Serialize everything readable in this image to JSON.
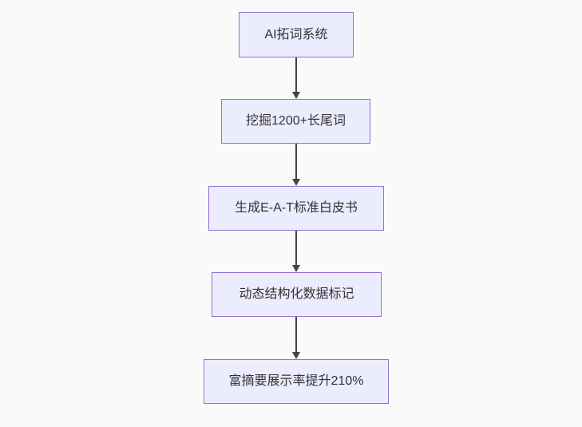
{
  "colors": {
    "background": "#fafafa",
    "node_fill": "#ececff",
    "node_border": "#9370db",
    "text": "#333333",
    "arrow": "#444444"
  },
  "flowchart": {
    "direction": "top-down",
    "nodes": [
      {
        "label": "AI拓词系统"
      },
      {
        "label": "挖掘1200+长尾词"
      },
      {
        "label": "生成E-A-T标准白皮书"
      },
      {
        "label": "动态结构化数据标记"
      },
      {
        "label": "富摘要展示率提升210%"
      }
    ]
  }
}
